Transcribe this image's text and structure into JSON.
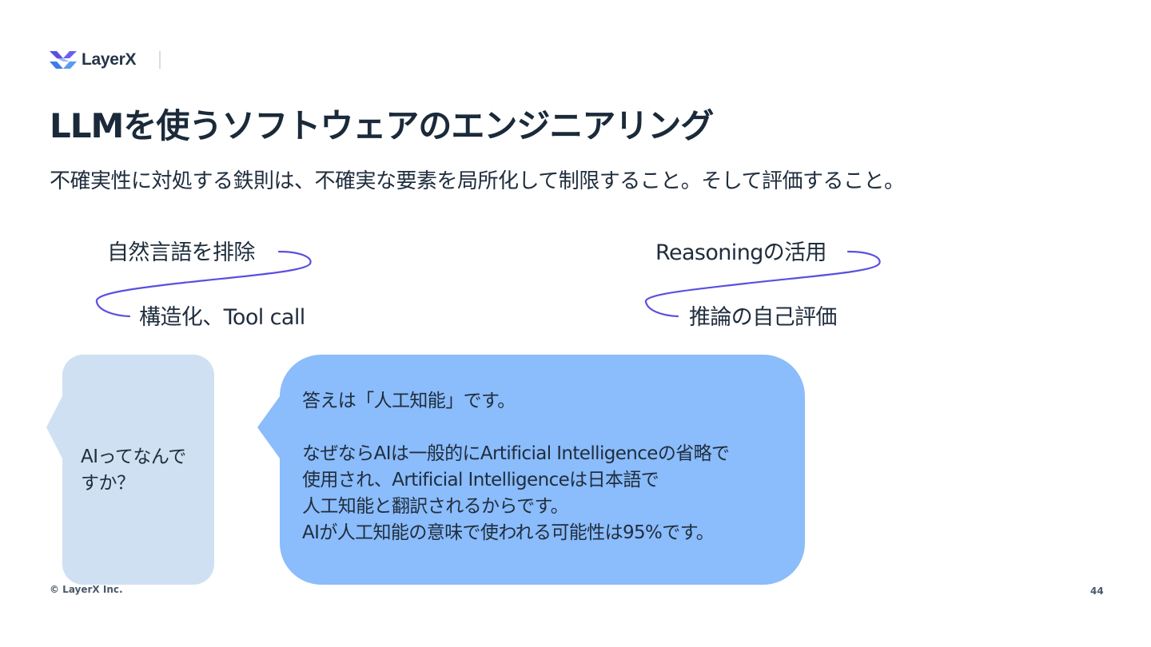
{
  "brand": {
    "name": "LayerX",
    "color": "#5b4fe0"
  },
  "slide": {
    "title": "LLMを使うソフトウェアのエンジニアリング",
    "subtitle": "不確実性に対処する鉄則は、不確実な要素を局所化して制限すること。そして評価すること。"
  },
  "diagram": {
    "left": {
      "top": "自然言語を排除",
      "bottom": "構造化、Tool call"
    },
    "right": {
      "top": "Reasoningの活用",
      "bottom": "推論の自己評価"
    },
    "curve_color": "#5b4fe0"
  },
  "chat": {
    "question": "AIってなんですか？",
    "answer_lines": [
      "答えは「人工知能」です。",
      "",
      "なぜならAIは一般的にArtificial Intelligenceの省略で",
      "使用され、Artificial Intelligenceは日本語で",
      "人工知能と翻訳されるからです。",
      "AIが人工知能の意味で使われる可能性は95%です。"
    ],
    "question_color": "#cfe0f2",
    "answer_color": "#8bbcfb"
  },
  "footer": {
    "copyright": "© LayerX Inc.",
    "page": "44"
  }
}
